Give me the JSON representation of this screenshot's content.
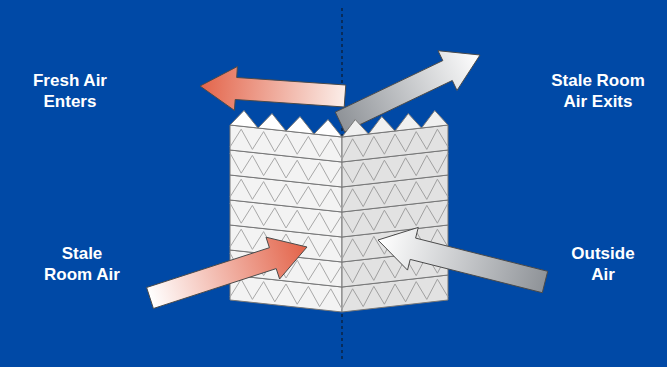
{
  "diagram": {
    "labels": [
      "Fresh Air Enters",
      "Stale Room Air Exits",
      "Stale Room Air",
      "Outside Air"
    ]
  }
}
